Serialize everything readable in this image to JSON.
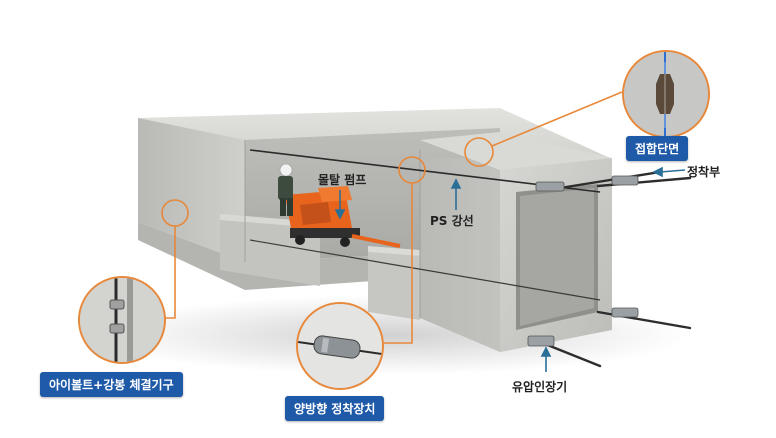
{
  "labels": {
    "mortar_pump": "몰탈 펌프",
    "ps_strand": "PS 강선",
    "anchor_part": "정착부",
    "hydraulic_jack": "유압인장기"
  },
  "badges": {
    "joint_section": "접합단면",
    "eyebolt_fastener": "아이볼트+강봉 체결기구",
    "bidirectional_anchor": "양방향 정착장치"
  },
  "colors": {
    "badge_blue": "#1f5aa8",
    "callout_orange": "#e7883a",
    "arrow_teal": "#2a6f98",
    "concrete": "#c9c9c6",
    "pump_orange": "#e8641c"
  }
}
